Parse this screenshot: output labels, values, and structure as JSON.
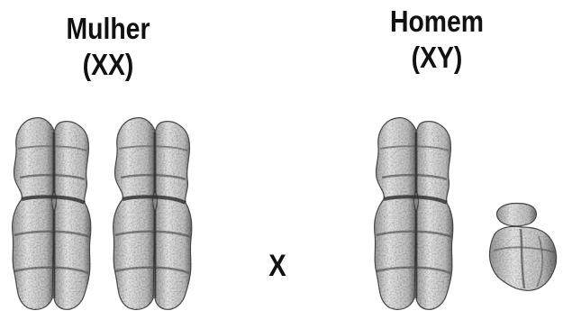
{
  "female": {
    "name": "Mulher",
    "karyotype": "(XX)"
  },
  "male": {
    "name": "Homem",
    "karyotype": "(XY)"
  },
  "cross_symbol": "X",
  "colors": {
    "chromosome_fill": "#d9d9d9",
    "chromosome_dark": "#3a3a3a",
    "text": "#111111"
  }
}
